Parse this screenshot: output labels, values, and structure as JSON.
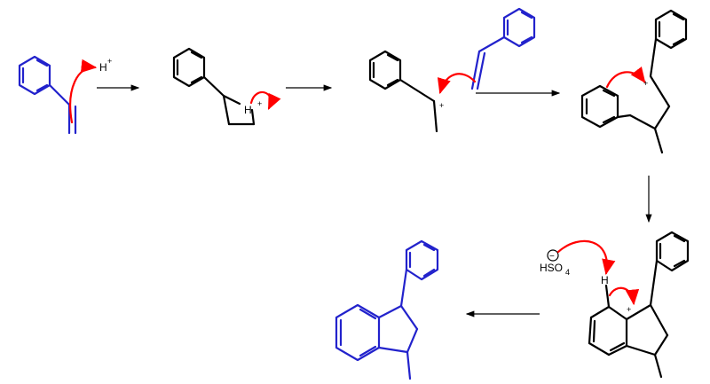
{
  "labels": {
    "proton": "H",
    "plus": "+",
    "hydride_h": "H",
    "bisulfate": "HSO",
    "bisulfate_sub": "4",
    "minus": "−"
  },
  "colors": {
    "reactant_bonds": "#2222cc",
    "intermediate_bonds": "#000000",
    "electron_arrows": "#ff0000",
    "reaction_arrows": "#000000"
  }
}
